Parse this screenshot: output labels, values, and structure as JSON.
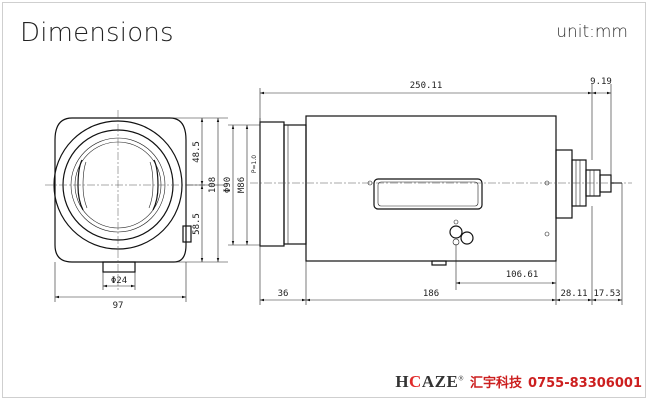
{
  "title": "Dimensions",
  "unit": "unit:mm",
  "front_view": {
    "dims": {
      "total_height": "108",
      "upper_height": "48.5",
      "lower_height": "58.5",
      "lens_diameter": "Φ90",
      "mount_thread": "M86",
      "mount_pitch": "P=1.0",
      "width": "97",
      "screw_diameter": "Φ24"
    }
  },
  "side_view": {
    "dims": {
      "body_length": "250.11",
      "rear_length": "9.19",
      "front_section": "36",
      "mid_section": "186",
      "right_section_1": "28.11",
      "right_section_2": "17.53",
      "offset": "106.61"
    }
  },
  "footer": {
    "brand_prefix": "H",
    "brand_highlight": "C",
    "brand_suffix": "AZE",
    "brand_mark": "®",
    "company": "汇宇科技",
    "phone": "0755-83306001"
  }
}
